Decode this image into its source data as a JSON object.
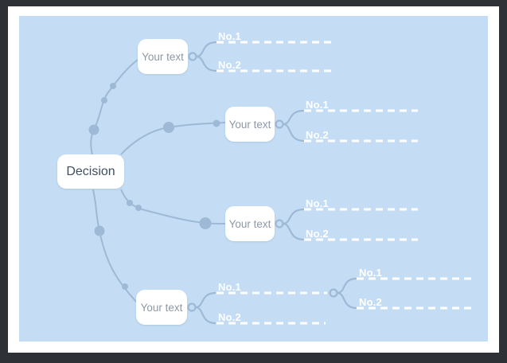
{
  "window": {
    "frame_color": "#2e3237",
    "page_color": "#ffffff",
    "canvas_color": "#c4ddf4"
  },
  "palette": {
    "connector": "#9db9d6",
    "leaf_label_color": "#ffffff",
    "root_text_color": "#3e4f63",
    "node_text_color": "#8d99a7"
  },
  "nodes": [
    {
      "id": "root",
      "label": "Decision"
    },
    {
      "id": "branch-1",
      "label": "Your text"
    },
    {
      "id": "branch-2",
      "label": "Your text"
    },
    {
      "id": "branch-3",
      "label": "Your text"
    },
    {
      "id": "branch-4",
      "label": "Your text"
    }
  ],
  "leaf_labels": [
    {
      "text": "No.1"
    },
    {
      "text": "No.2"
    },
    {
      "text": "No.1"
    },
    {
      "text": "No.2"
    },
    {
      "text": "No.1"
    },
    {
      "text": "No.2"
    },
    {
      "text": "No.1"
    },
    {
      "text": "No.2"
    },
    {
      "text": "No.1"
    },
    {
      "text": "No.2"
    }
  ]
}
